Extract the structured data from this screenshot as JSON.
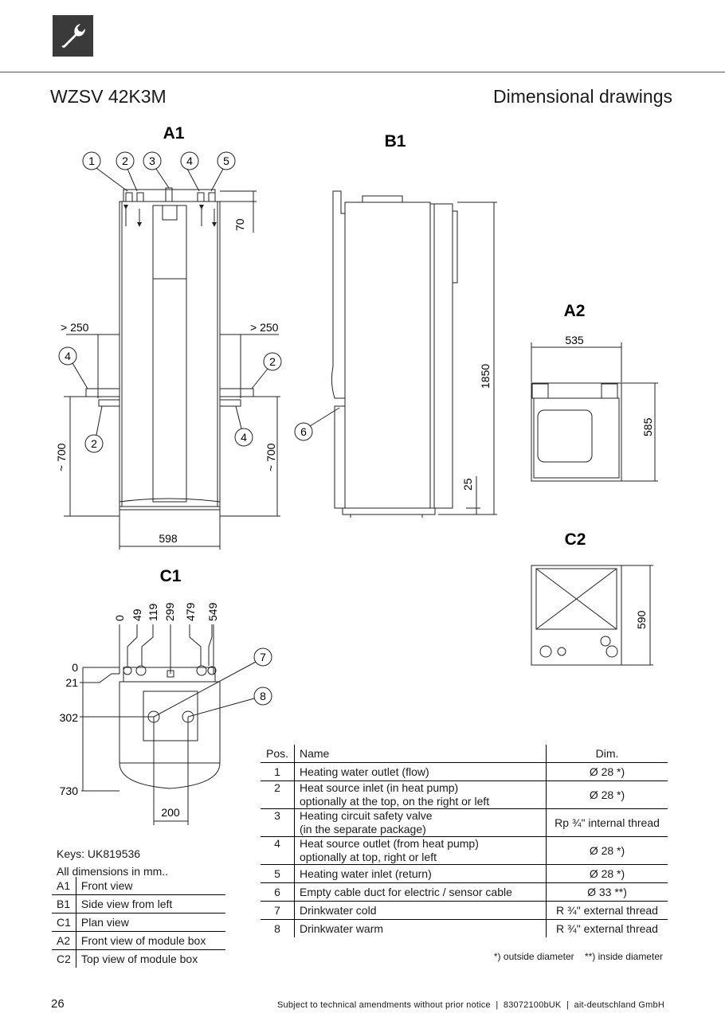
{
  "header": {
    "model": "WZSV 42K3M",
    "section": "Dimensional drawings",
    "icon": "wrench-icon"
  },
  "drawings": {
    "a1": {
      "title": "A1",
      "callouts_top": [
        "1",
        "2",
        "3",
        "4",
        "5"
      ],
      "dim_top": "70",
      "clear_left": "> 250",
      "clear_right": "> 250",
      "callout_left_upper": "4",
      "callout_left_lower": "2",
      "callout_right_upper": "2",
      "callout_right_lower": "4",
      "height_left": "~ 700",
      "height_right": "~ 700",
      "width": "598"
    },
    "b1": {
      "title": "B1",
      "height": "1850",
      "foot": "25",
      "callout": "6"
    },
    "a2": {
      "title": "A2",
      "width": "535",
      "height": "585"
    },
    "c2": {
      "title": "C2",
      "height": "590"
    },
    "c1": {
      "title": "C1",
      "x_ticks": [
        "0",
        "49",
        "119",
        "299",
        "479",
        "549"
      ],
      "y_ticks": [
        "0",
        "21",
        "302",
        "730"
      ],
      "width": "200",
      "callout_7": "7",
      "callout_8": "8"
    }
  },
  "keys": {
    "code": "Keys: UK819536",
    "unit_note": "All dimensions in mm..",
    "items": [
      {
        "key": "A1",
        "label": "Front view"
      },
      {
        "key": "B1",
        "label": "Side view from left"
      },
      {
        "key": "C1",
        "label": "Plan view"
      },
      {
        "key": "A2",
        "label": "Front view of module box"
      },
      {
        "key": "C2",
        "label": "Top view of module box"
      }
    ]
  },
  "positions": {
    "headers": {
      "pos": "Pos.",
      "name": "Name",
      "dim": "Dim."
    },
    "rows": [
      {
        "pos": "1",
        "name": "Heating water outlet (flow)",
        "name2": "",
        "dim": "Ø 28 *)"
      },
      {
        "pos": "2",
        "name": "Heat source inlet (in heat pump)",
        "name2": "optionally at the top, on the right or left",
        "dim": "Ø 28 *)"
      },
      {
        "pos": "3",
        "name": "Heating circuit safety valve",
        "name2": "(in the separate package)",
        "dim": "Rp ¾\" internal thread"
      },
      {
        "pos": "4",
        "name": "Heat source outlet (from heat pump)",
        "name2": "optionally at top, right or left",
        "dim": "Ø 28 *)"
      },
      {
        "pos": "5",
        "name": "Heating water inlet (return)",
        "name2": "",
        "dim": "Ø 28 *)"
      },
      {
        "pos": "6",
        "name": "Empty cable duct for electric / sensor cable",
        "name2": "",
        "dim": "Ø 33 **)"
      },
      {
        "pos": "7",
        "name": "Drinkwater cold",
        "name2": "",
        "dim": "R ¾\" external thread"
      },
      {
        "pos": "8",
        "name": "Drinkwater warm",
        "name2": "",
        "dim": "R ¾\" external thread"
      }
    ],
    "footnote": "*) outside diameter    **) inside diameter"
  },
  "footer": {
    "page": "26",
    "note": "Subject to technical amendments without prior notice  |  83072100bUK  |  ait-deutschland GmbH"
  }
}
